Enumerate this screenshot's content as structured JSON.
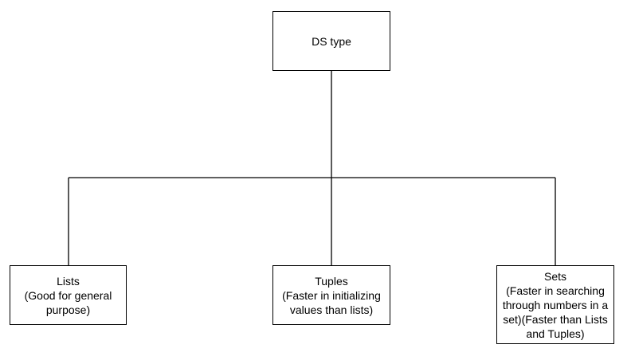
{
  "diagram": {
    "root": {
      "lines": [
        "DS type"
      ]
    },
    "children": [
      {
        "id": "lists",
        "lines": [
          "Lists",
          "(Good for general",
          "purpose)"
        ]
      },
      {
        "id": "tuples",
        "lines": [
          "Tuples",
          "(Faster in initializing",
          "values than lists)"
        ]
      },
      {
        "id": "sets",
        "lines": [
          "Sets",
          "(Faster in searching",
          "through numbers in a",
          "set)(Faster than Lists",
          "and Tuples)"
        ]
      }
    ],
    "colors": {
      "stroke": "#000000",
      "background": "#ffffff",
      "text": "#000000"
    }
  }
}
